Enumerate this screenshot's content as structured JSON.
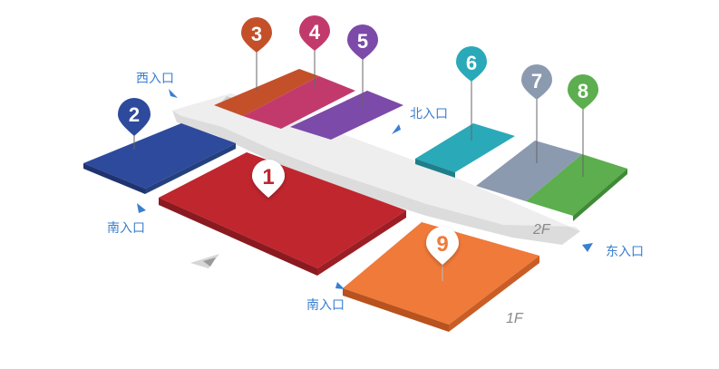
{
  "colors": {
    "hall1": "#c0262e",
    "hall2": "#2e4a9c",
    "hall3": "#c4502a",
    "hall4": "#c23a6c",
    "hall5": "#7c4aa8",
    "hall6": "#2aa9b8",
    "hall7": "#8c9ab0",
    "hall8": "#5cae4e",
    "hall9": "#f07a3a",
    "corridor": "#e6e6e6",
    "entrance_text": "#3a7fd0"
  },
  "halls": [
    {
      "id": "1",
      "label": "1"
    },
    {
      "id": "2",
      "label": "2"
    },
    {
      "id": "3",
      "label": "3"
    },
    {
      "id": "4",
      "label": "4"
    },
    {
      "id": "5",
      "label": "5"
    },
    {
      "id": "6",
      "label": "6"
    },
    {
      "id": "7",
      "label": "7"
    },
    {
      "id": "8",
      "label": "8"
    },
    {
      "id": "9",
      "label": "9"
    }
  ],
  "entrances": {
    "west": "西入口",
    "north": "北入口",
    "south_left": "南入口",
    "south_center": "南入口",
    "east": "东入口"
  },
  "floors": {
    "second": "2F",
    "first": "1F"
  },
  "icons": {
    "compass": "compass-arrow-icon",
    "entrance_arrow": "arrow-icon"
  }
}
